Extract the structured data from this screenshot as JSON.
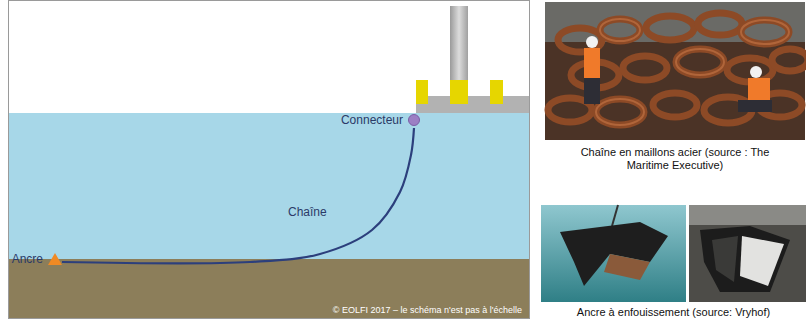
{
  "diagram": {
    "nodes": [
      {
        "text": [
          "Connecteur"
        ]
      },
      {
        "text": [
          "Ancre"
        ]
      }
    ],
    "edges": [
      {
        "from": 1,
        "to": 0,
        "arrow": "none",
        "label": "Chaîne"
      }
    ],
    "labels": [
      "© EOLFI 2017 – le schéma n'est pas à l'échelle",
      "Chaîne en maillons acier (source : The Maritime Executive)",
      "Ancre à enfouissement (source: Vryhof)"
    ]
  }
}
